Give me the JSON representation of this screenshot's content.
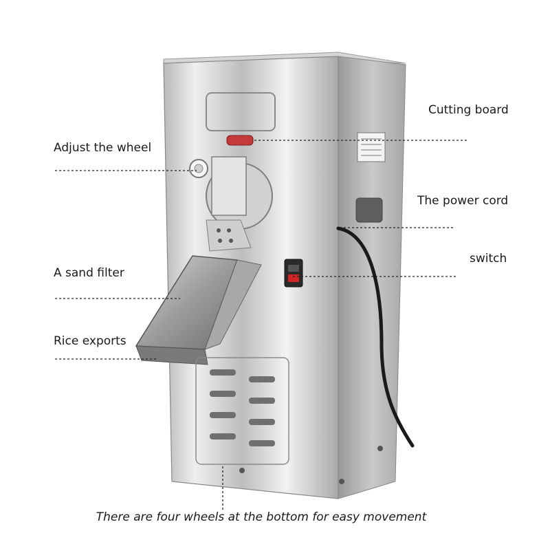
{
  "labels": {
    "cutting_board": "Cutting board",
    "adjust_wheel": "Adjust the wheel",
    "power_cord": "The power cord",
    "switch": "switch",
    "sand_filter": "A sand filter",
    "rice_exports": "Rice exports"
  },
  "caption": "There are four wheels at the bottom for easy movement",
  "colors": {
    "steel_light": "#e9e9e9",
    "steel_mid": "#c4c4c4",
    "steel_dark": "#8f8f8f",
    "cord": "#1a1a1a",
    "switch_red": "#d22525"
  }
}
